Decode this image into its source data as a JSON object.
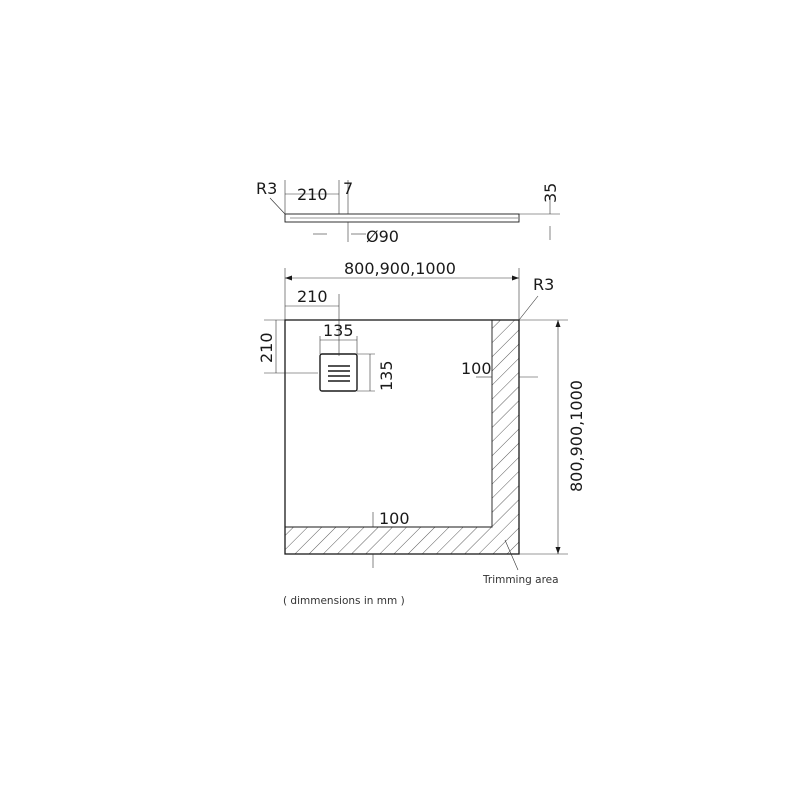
{
  "side_view": {
    "radius_label": "R3",
    "offset_label": "210",
    "gap_label": "7",
    "thickness_label": "35",
    "drain_diameter_label": "Ø90"
  },
  "plan_view": {
    "overall_width_label": "800,900,1000",
    "drain_offset_x_label": "210",
    "drain_offset_y_label": "210",
    "drain_width_label": "135",
    "drain_height_label": "135",
    "corner_radius_label": "R3",
    "trim_right_label": "100",
    "trim_bottom_label": "100",
    "overall_depth_label": "800,900,1000",
    "trim_area_label": "Trimming area"
  },
  "note": "( dimmensions in mm )"
}
